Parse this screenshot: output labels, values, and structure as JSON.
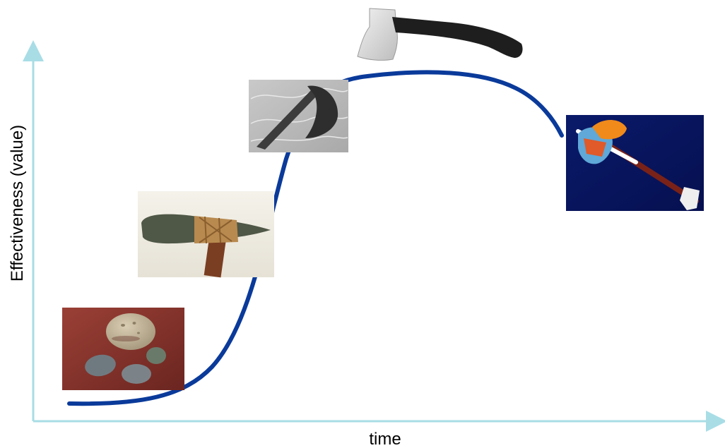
{
  "diagram": {
    "x_axis_label": "time",
    "y_axis_label": "Effectiveness (value)",
    "colors": {
      "axis": "#a8dde6",
      "curve": "#0a3a9a",
      "label": "#000000"
    },
    "stages": [
      {
        "name": "stone-tools-photo"
      },
      {
        "name": "hafted-stone-hammer-photo"
      },
      {
        "name": "iron-axe-head-photo"
      },
      {
        "name": "modern-hatchet-photo"
      },
      {
        "name": "decorative-tomahawk-photo"
      }
    ]
  }
}
